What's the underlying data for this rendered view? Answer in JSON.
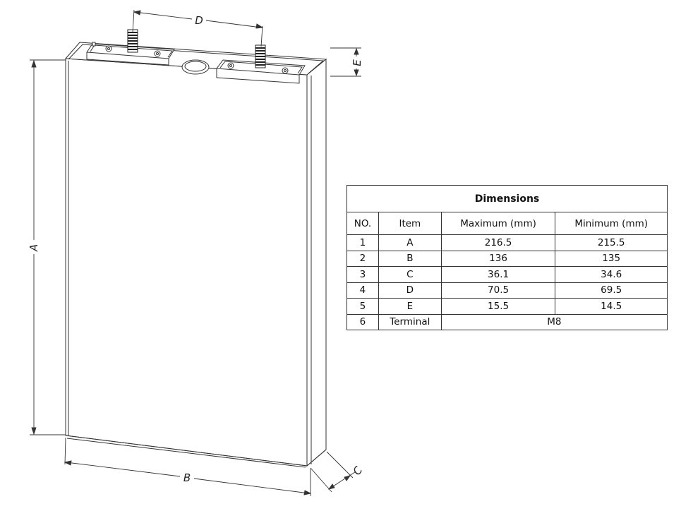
{
  "drawing": {
    "dimension_labels": {
      "a": "A",
      "b": "B",
      "c": "C",
      "d": "D",
      "e": "E"
    }
  },
  "table": {
    "title": "Dimensions",
    "headers": [
      "NO.",
      "Item",
      "Maximum (mm)",
      "Minimum (mm)"
    ],
    "rows": [
      {
        "no": "1",
        "item": "A",
        "max": "216.5",
        "min": "215.5"
      },
      {
        "no": "2",
        "item": "B",
        "max": "136",
        "min": "135"
      },
      {
        "no": "3",
        "item": "C",
        "max": "36.1",
        "min": "34.6"
      },
      {
        "no": "4",
        "item": "D",
        "max": "70.5",
        "min": "69.5"
      },
      {
        "no": "5",
        "item": "E",
        "max": "15.5",
        "min": "14.5"
      }
    ],
    "terminal_row": {
      "no": "6",
      "item": "Terminal",
      "value": "M8"
    }
  }
}
